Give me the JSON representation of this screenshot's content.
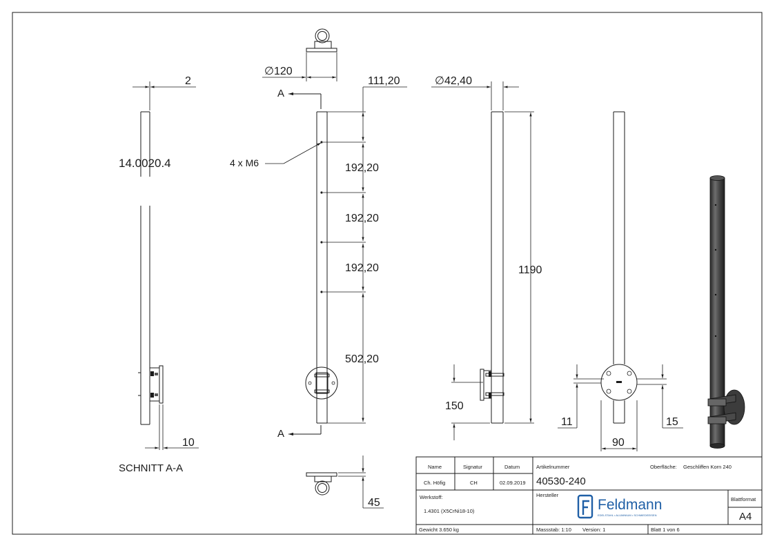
{
  "views": {
    "section_title": "SCHNITT A-A",
    "section_label_a": "A",
    "dim_2": "2",
    "dim_10": "10",
    "part_code": "14.0020.4",
    "dia_120": "∅120",
    "dim_111_20": "111,20",
    "dim_192_20": "192,20",
    "dim_502_20": "502,20",
    "thread_label": "4 x M6",
    "dim_45": "45",
    "dia_42_40": "∅42,40",
    "dim_1190": "1190",
    "dim_150": "150",
    "dim_11": "11",
    "dim_15": "15",
    "dim_90": "90"
  },
  "title_block": {
    "name_header": "Name",
    "signatur_header": "Signatur",
    "datum_header": "Datum",
    "name_value": "Ch. Höfig",
    "signatur_value": "CH",
    "datum_value": "02.09.2019",
    "artikel_label": "Artikelnummer",
    "artikel_value": "40530-240",
    "oberflaeche_label": "Oberfläche:",
    "oberflaeche_value": "Geschliffen Korn 240",
    "werkstoff_label": "Werkstoff:",
    "werkstoff_value": "1.4301 (X5CrNi18-10)",
    "hersteller_label": "Hersteller",
    "brand_name": "Feldmann",
    "brand_tagline": "EDELSTAHL • ALUMINIUM • SCHMIEDEEISEN",
    "blattformat_label": "Blattformat",
    "blattformat_value": "A4",
    "gewicht": "Gewicht 3.650 kg",
    "massstab": "Massstab: 1:10",
    "version": "Version: 1",
    "blatt": "Blatt 1 von 6"
  }
}
